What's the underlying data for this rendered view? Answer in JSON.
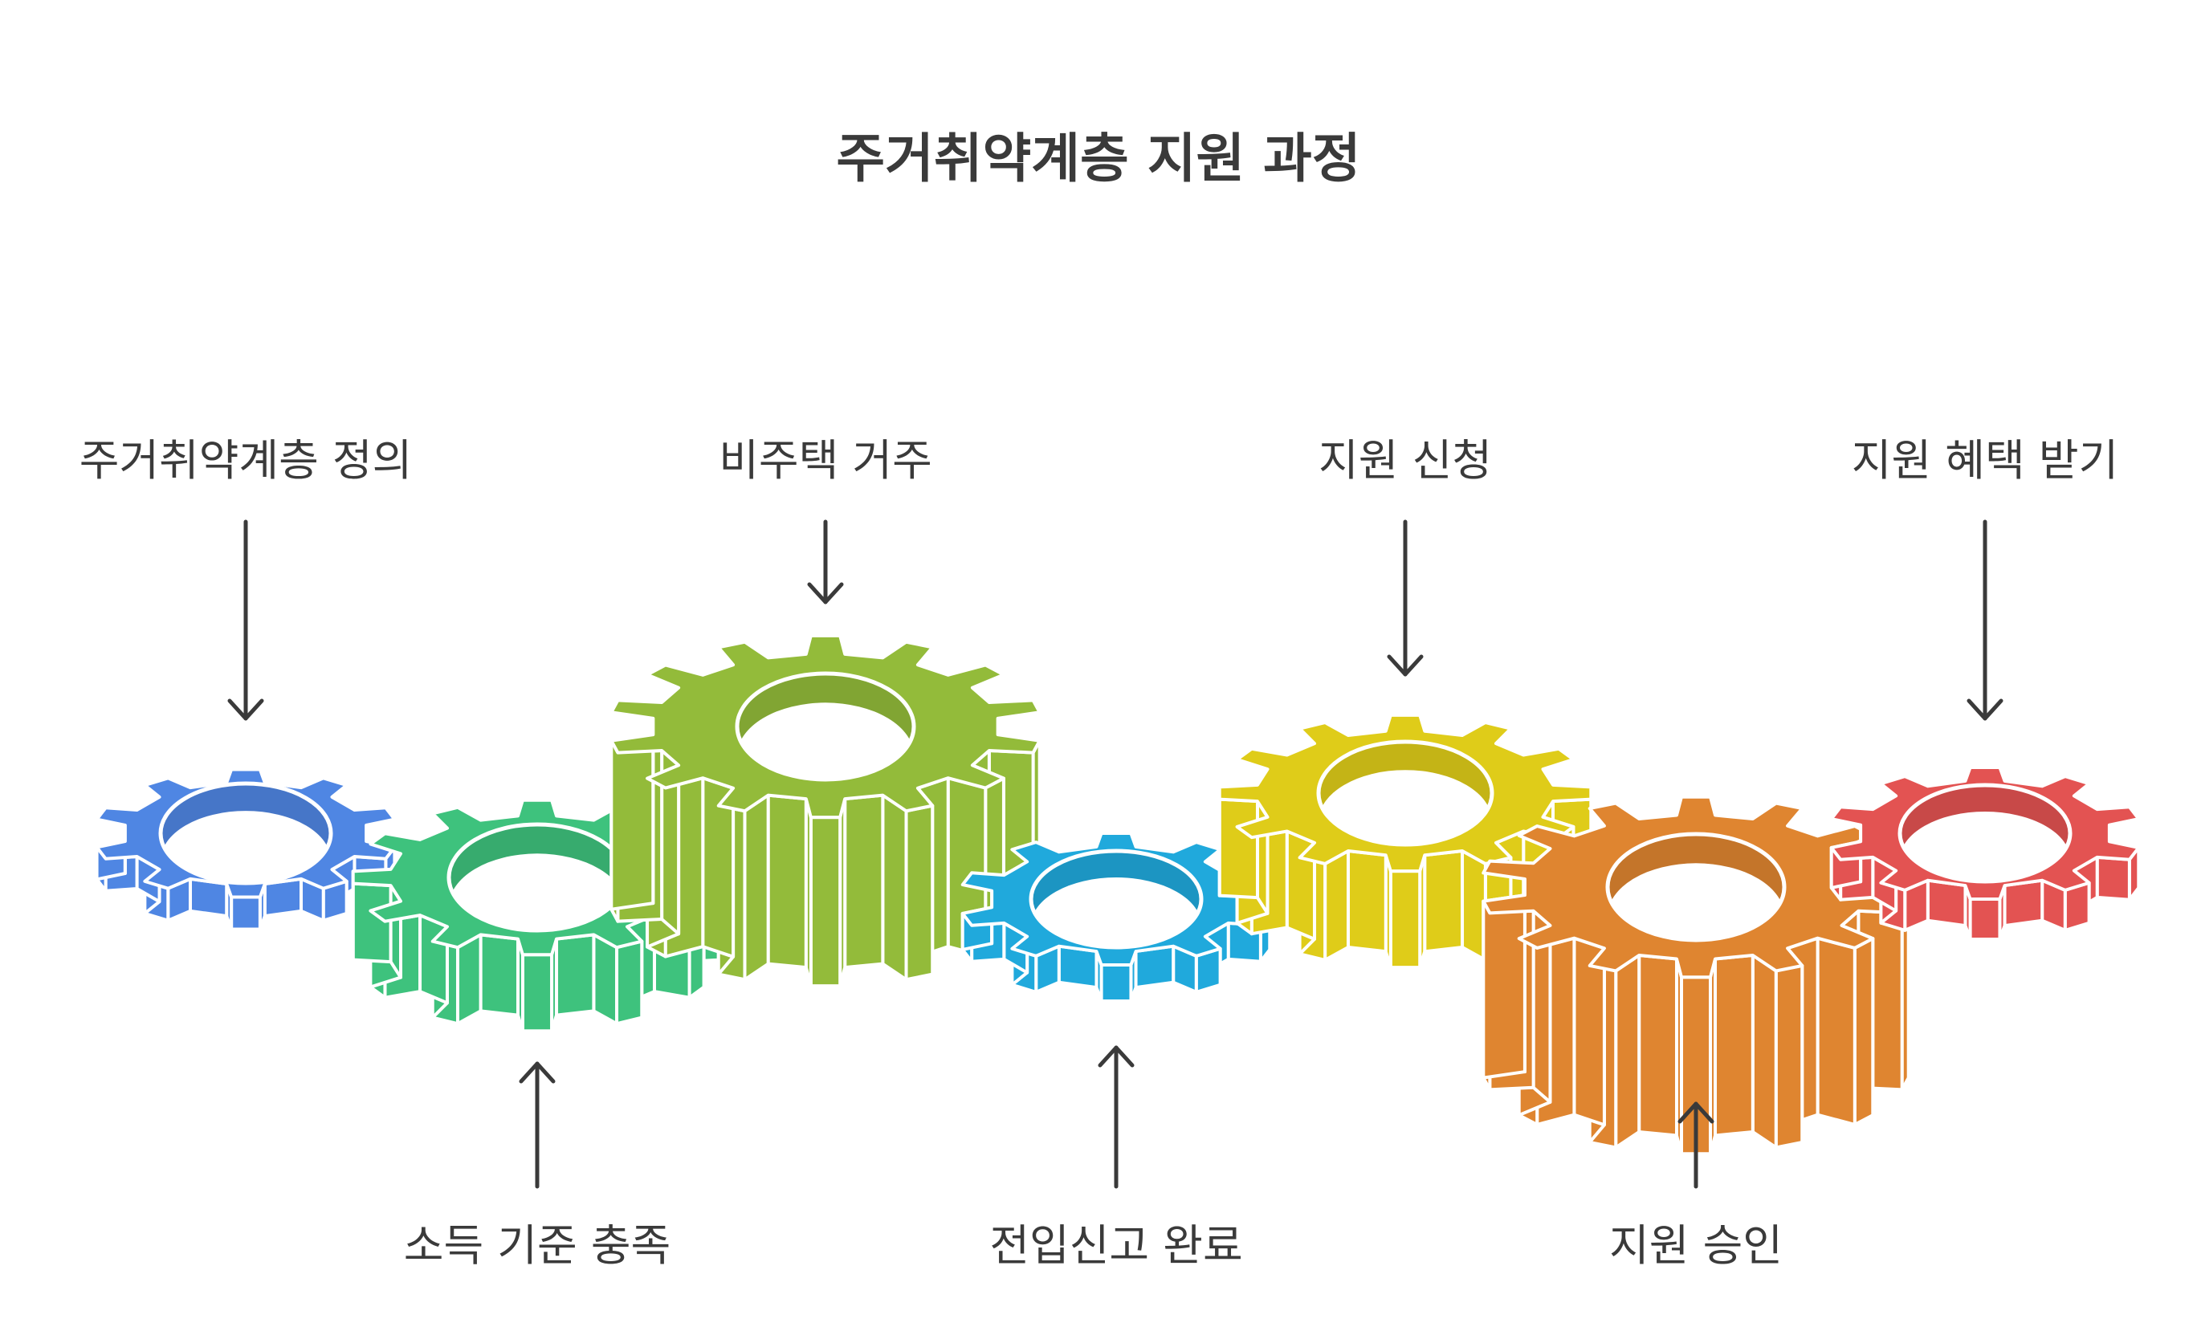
{
  "title": "주거취약계층 지원 과정",
  "steps": [
    {
      "label": "주거취약계층 정의",
      "color": "#4f86e3",
      "position": "top"
    },
    {
      "label": "소득 기준 충족",
      "color": "#3ec27d",
      "position": "bottom"
    },
    {
      "label": "비주택 거주",
      "color": "#93bb3a",
      "position": "top"
    },
    {
      "label": "전입신고 완료",
      "color": "#20a9dc",
      "position": "bottom"
    },
    {
      "label": "지원 신청",
      "color": "#dfcc19",
      "position": "top"
    },
    {
      "label": "지원 승인",
      "color": "#df8530",
      "position": "bottom"
    },
    {
      "label": "지원 혜택 받기",
      "color": "#e35352",
      "position": "top"
    }
  ],
  "colors": {
    "text": "#3a3a3a",
    "outline": "#ffffff",
    "background": "#ffffff"
  },
  "icons": {
    "gear": "gear-icon",
    "arrow": "arrow-icon"
  }
}
